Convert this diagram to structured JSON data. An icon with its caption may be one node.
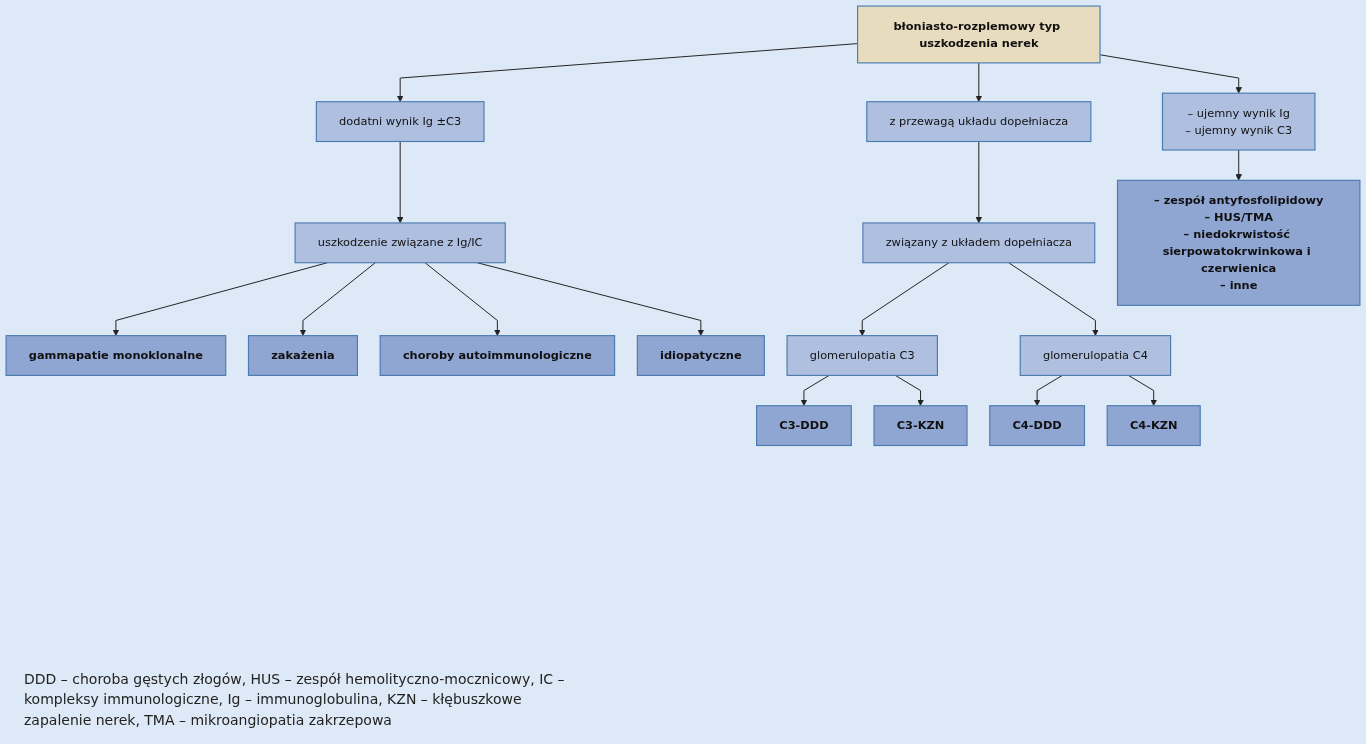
{
  "diagram": {
    "nodes": [
      {
        "text": [
          "błoniasto-rozplemowy typ uszkodzenia nerek"
        ]
      },
      {
        "text": [
          "dodatni wynik Ig ±C3"
        ]
      },
      {
        "text": [
          "z przewagą układu dopełniacza"
        ]
      },
      {
        "text": [
          "– ujemny wynik Ig",
          "– ujemny wynik C3"
        ]
      },
      {
        "text": [
          "uszkodzenie związane z Ig/IC"
        ]
      },
      {
        "text": [
          "związany z układem dopełniacza"
        ]
      },
      {
        "text": [
          "– zespół antyfosfolipidowy",
          "– HUS/TMA",
          "– niedokrwistość sierpowatokrwinkowa i czerwienica",
          "– inne"
        ]
      },
      {
        "text": [
          "gammapatie monoklonalne"
        ]
      },
      {
        "text": [
          "zakażenia"
        ]
      },
      {
        "text": [
          "choroby autoimmunologiczne"
        ]
      },
      {
        "text": [
          "idiopatyczne"
        ]
      },
      {
        "text": [
          "glomerulopatia C3"
        ]
      },
      {
        "text": [
          "glomerulopatia C4"
        ]
      },
      {
        "text": [
          "C3-DDD"
        ]
      },
      {
        "text": [
          "C3-KZN"
        ]
      },
      {
        "text": [
          "C4-DDD"
        ]
      },
      {
        "text": [
          "C4-KZN"
        ]
      }
    ],
    "edges": [
      {
        "from": 0,
        "to": 1,
        "arrow": "to"
      },
      {
        "from": 0,
        "to": 2,
        "arrow": "to"
      },
      {
        "from": 0,
        "to": 3,
        "arrow": "to"
      },
      {
        "from": 1,
        "to": 4,
        "arrow": "to"
      },
      {
        "from": 2,
        "to": 5,
        "arrow": "to"
      },
      {
        "from": 3,
        "to": 6,
        "arrow": "to"
      },
      {
        "from": 4,
        "to": 7,
        "arrow": "to"
      },
      {
        "from": 4,
        "to": 8,
        "arrow": "to"
      },
      {
        "from": 4,
        "to": 9,
        "arrow": "to"
      },
      {
        "from": 4,
        "to": 10,
        "arrow": "to"
      },
      {
        "from": 5,
        "to": 11,
        "arrow": "to"
      },
      {
        "from": 5,
        "to": 12,
        "arrow": "to"
      },
      {
        "from": 11,
        "to": 13,
        "arrow": "to"
      },
      {
        "from": 11,
        "to": 14,
        "arrow": "to"
      },
      {
        "from": 12,
        "to": 15,
        "arrow": "to"
      },
      {
        "from": 12,
        "to": 16,
        "arrow": "to"
      }
    ],
    "labels": [
      "DDD – choroba gęstych złogów, HUS – zespół hemolityczno-mocznicowy, IC – kompleksy immunologiczne, Ig – immunoglobulina, KZN – kłębuszkowe zapalenie nerek, TMA – mikroangiopatia zakrzepowa"
    ]
  }
}
